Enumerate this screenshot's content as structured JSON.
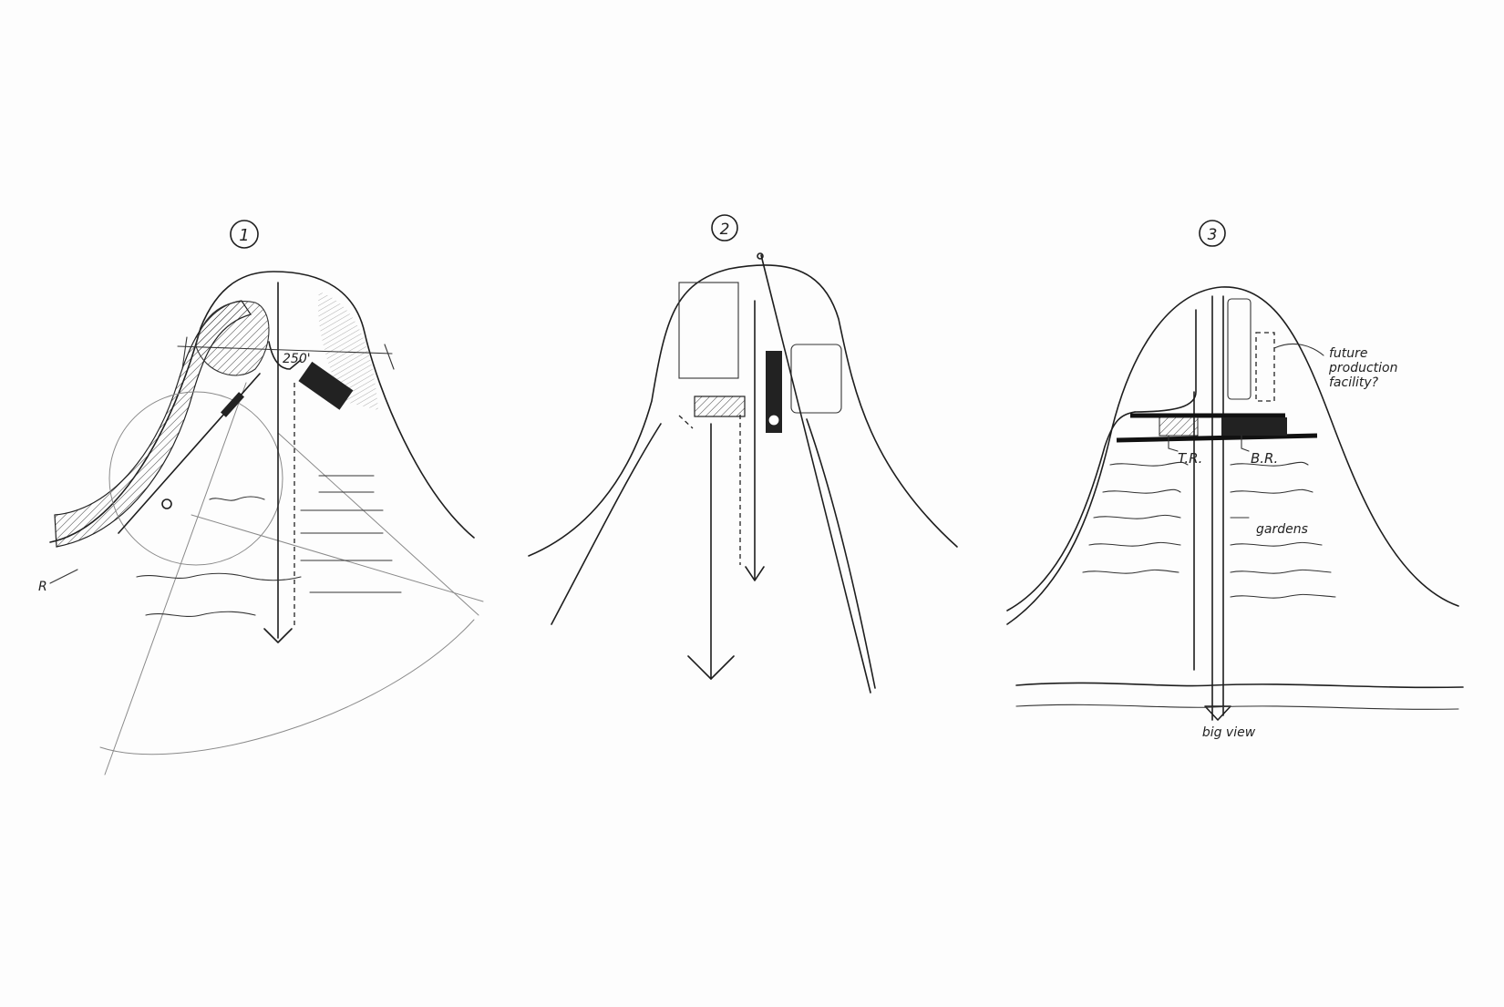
{
  "sketches": [
    {
      "number": "1",
      "labels": {
        "dimension": "250'",
        "road": "R"
      }
    },
    {
      "number": "2",
      "labels": {}
    },
    {
      "number": "3",
      "labels": {
        "future_line1": "future",
        "future_line2": "production",
        "future_line3": "facility?",
        "tr": "T.R.",
        "br": "B.R.",
        "gardens": "gardens",
        "view": "big view"
      }
    }
  ],
  "colors": {
    "ink": "#1e1e1e",
    "pencil": "#8a8a8a",
    "paper": "#fdfdfd"
  }
}
